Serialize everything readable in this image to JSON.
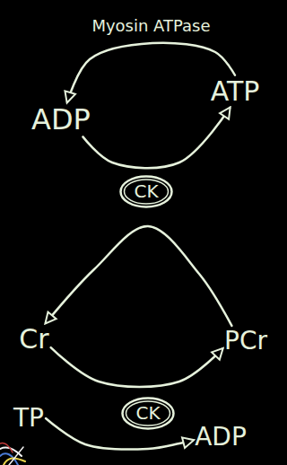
{
  "diagram": {
    "nodes": [
      {
        "text": [
          "ADP"
        ]
      },
      {
        "text": [
          "ATP"
        ]
      },
      {
        "text": [
          "CK"
        ]
      },
      {
        "text": [
          "Cr"
        ]
      },
      {
        "text": [
          "PCr"
        ]
      },
      {
        "text": [
          "CK"
        ]
      },
      {
        "text": [
          "TP"
        ]
      },
      {
        "text": [
          "ADP"
        ]
      }
    ],
    "edges": [
      {
        "from": 1,
        "to": 0,
        "label": "Myosin ATPase",
        "arrow": "to"
      },
      {
        "from": 0,
        "to": 1,
        "arrow": "to"
      },
      {
        "from": 4,
        "to": 3,
        "arrow": "to"
      },
      {
        "from": 3,
        "to": 4,
        "arrow": "to"
      },
      {
        "from": 6,
        "to": 7,
        "arrow": "to"
      }
    ]
  }
}
